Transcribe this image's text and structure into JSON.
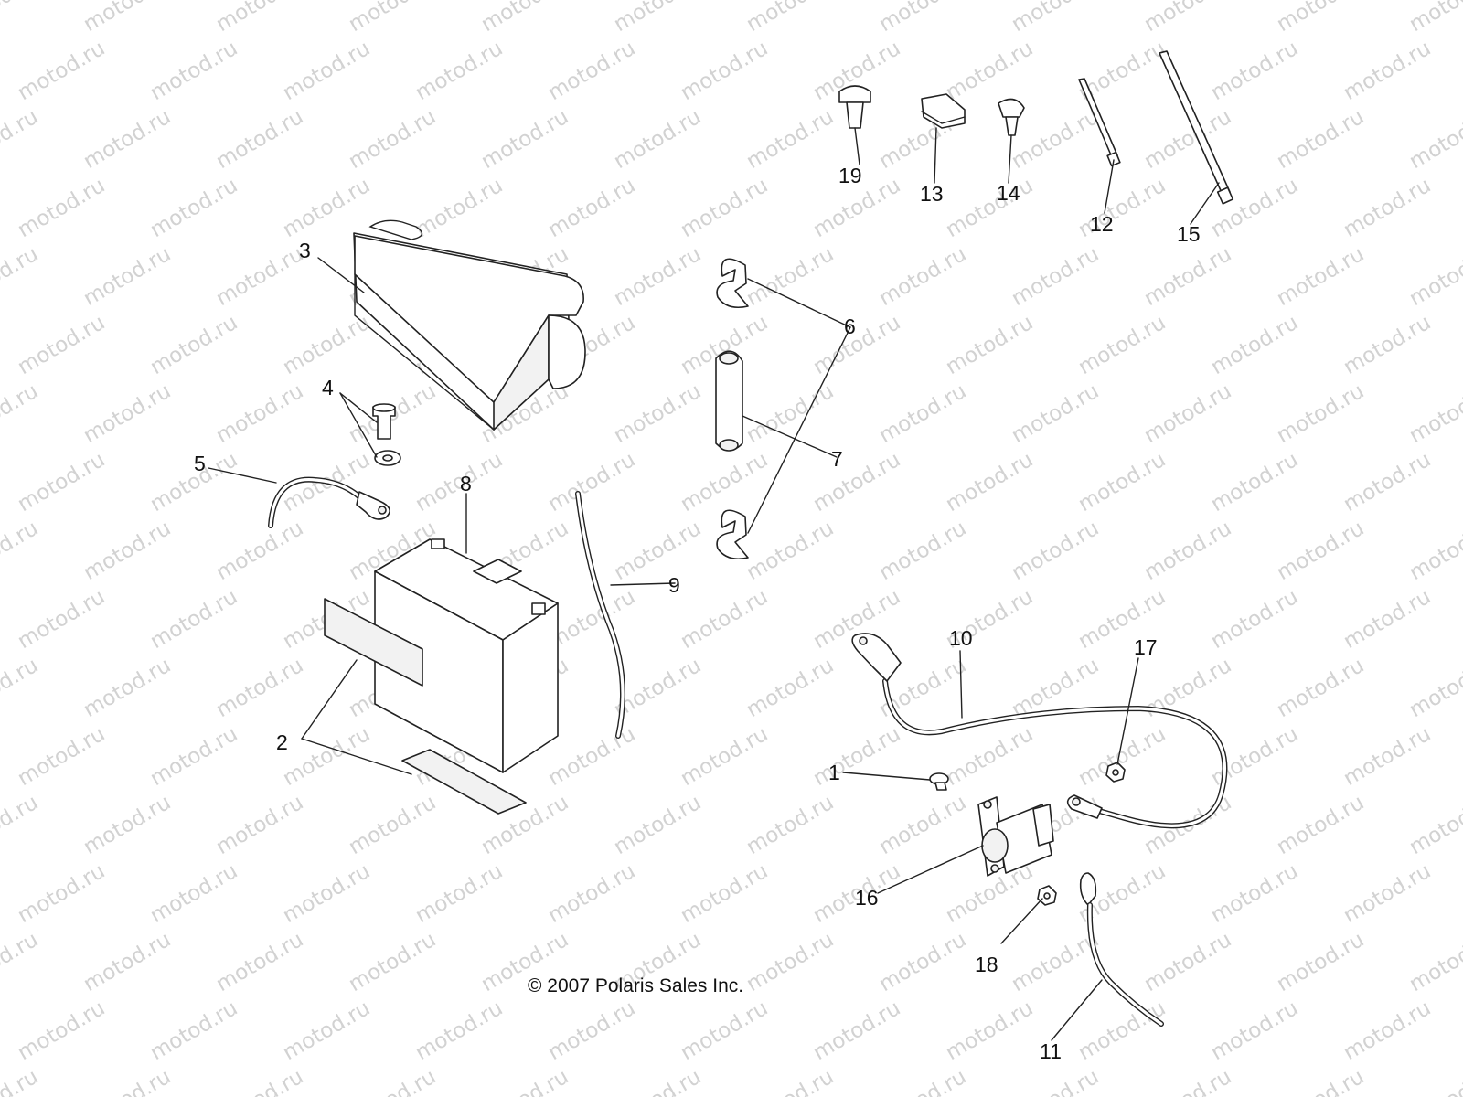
{
  "watermark": "motod.ru",
  "copyright": "© 2007 Polaris Sales Inc.",
  "callouts": {
    "c1": "1",
    "c2": "2",
    "c3": "3",
    "c4": "4",
    "c5": "5",
    "c6": "6",
    "c7": "7",
    "c8": "8",
    "c9": "9",
    "c10": "10",
    "c11": "11",
    "c12": "12",
    "c13": "13",
    "c14": "14",
    "c15": "15",
    "c16": "16",
    "c17": "17",
    "c18": "18",
    "c19": "19"
  }
}
